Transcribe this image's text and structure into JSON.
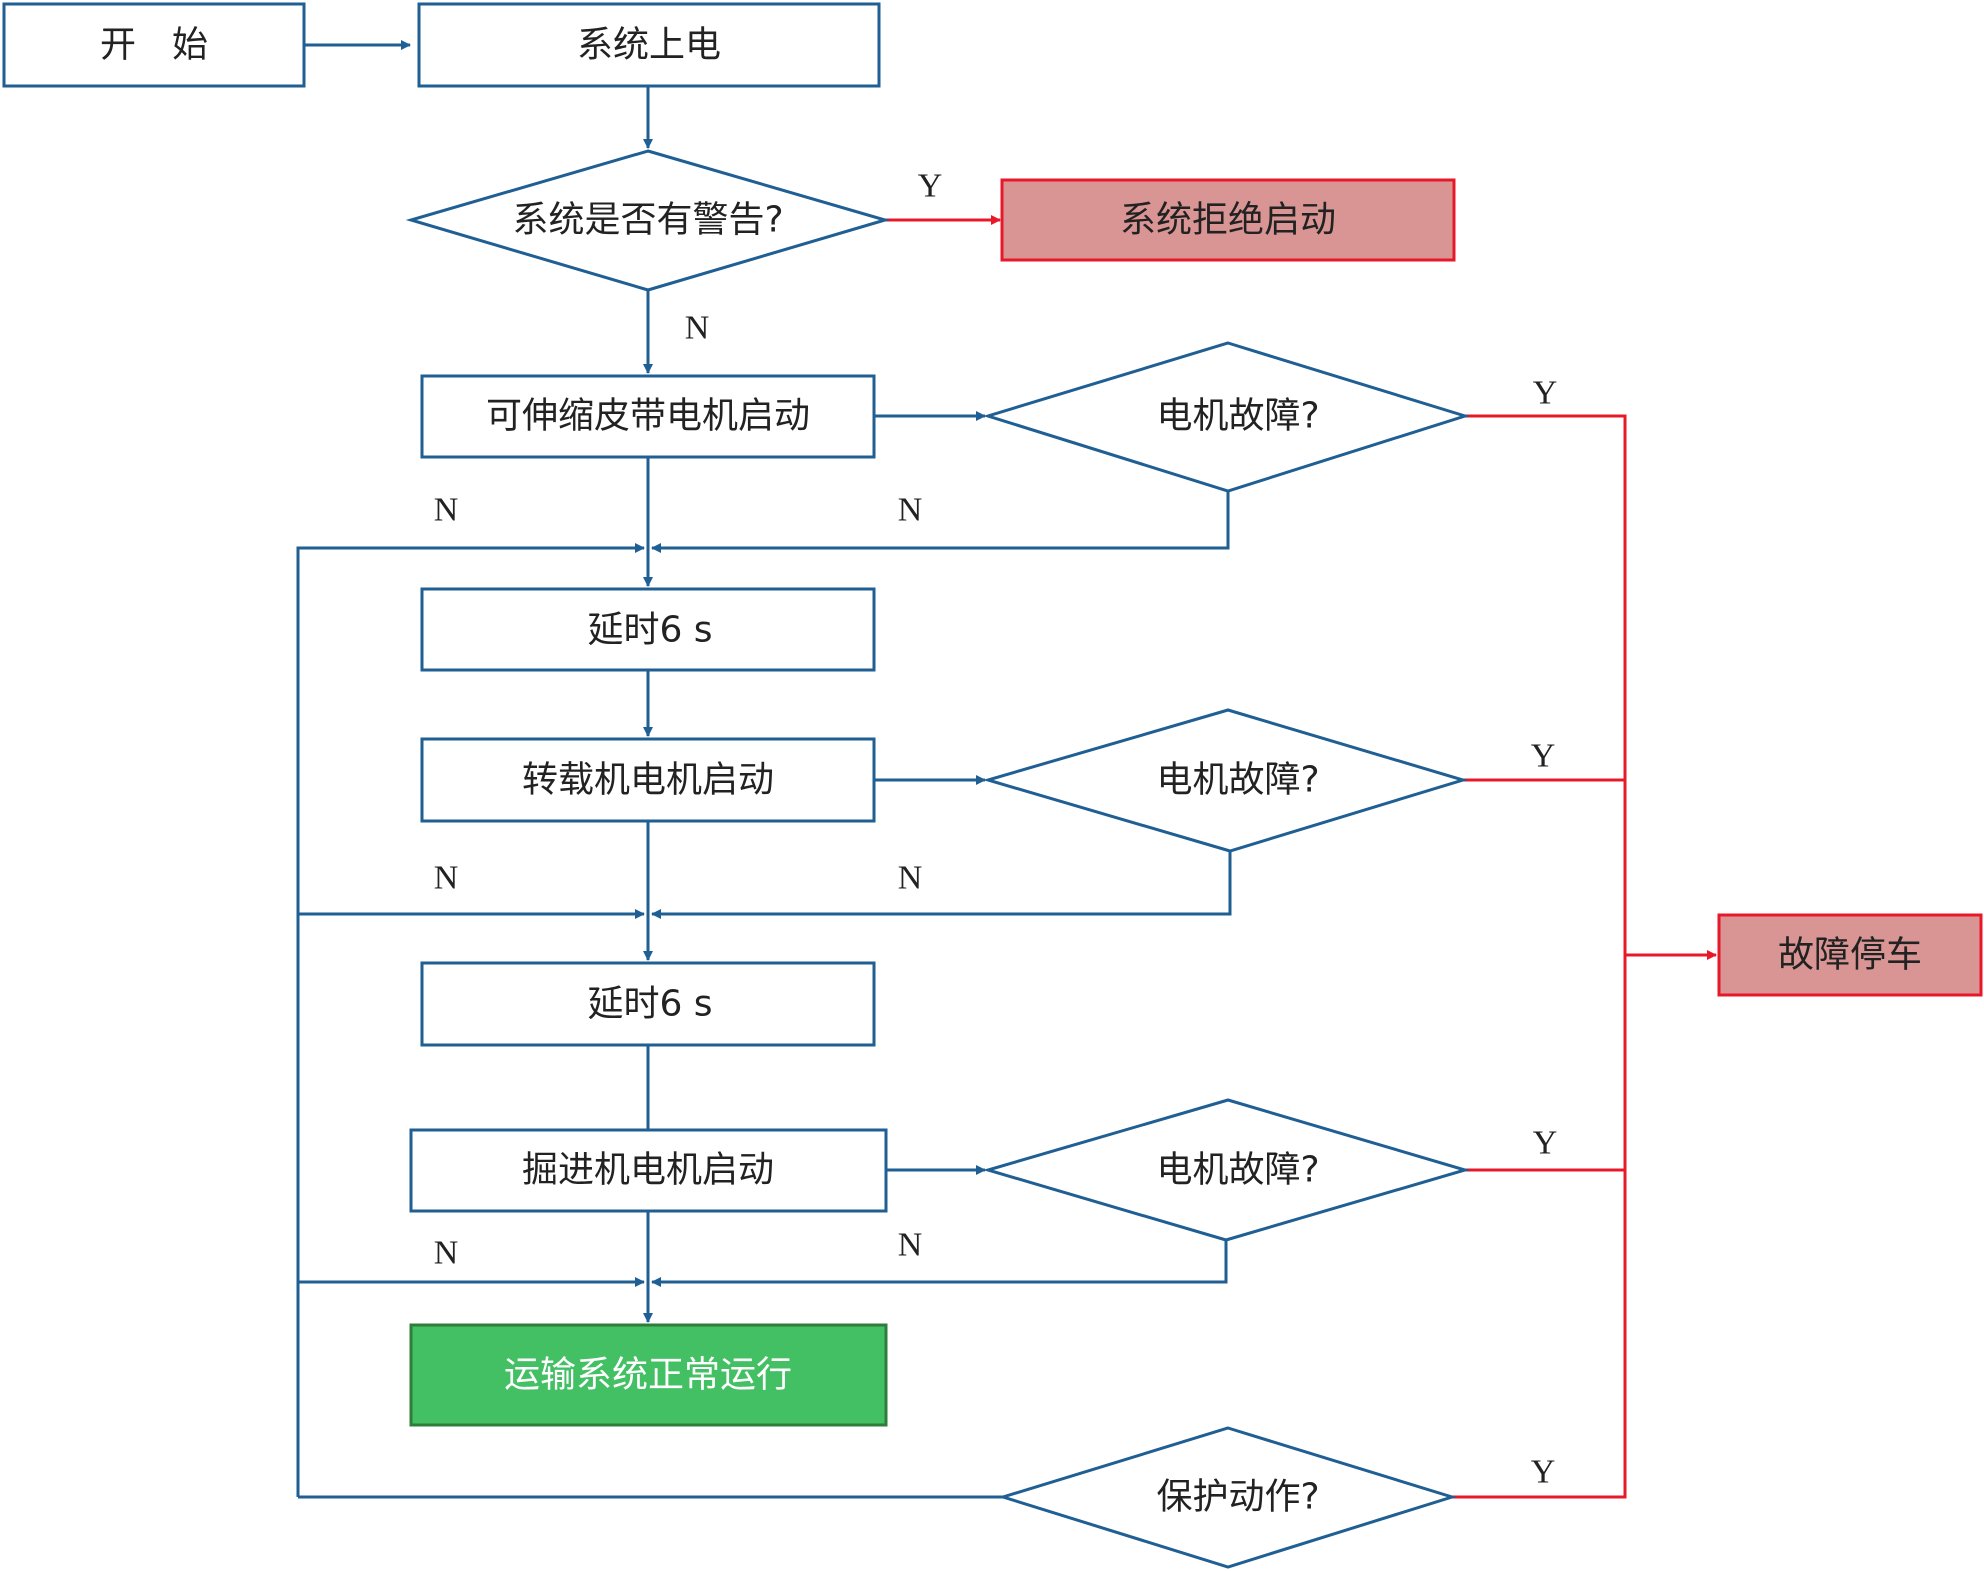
{
  "nodes": {
    "start": "开　始",
    "power_on": "系统上电",
    "warning_check": "系统是否有警告?",
    "refuse_start": "系统拒绝启动",
    "belt_motor_start": "可伸缩皮带电机启动",
    "fault_check_1": "电机故障?",
    "delay_1": "延时6 s",
    "transfer_motor_start": "转载机电机启动",
    "fault_check_2": "电机故障?",
    "delay_2": "延时6 s",
    "tunneling_motor_start": "掘进机电机启动",
    "fault_check_3": "电机故障?",
    "normal_run": "运输系统正常运行",
    "protection_check": "保护动作?",
    "fault_stop": "故障停车"
  },
  "labels": {
    "yes": "Y",
    "no": "N"
  },
  "colors": {
    "line": "#1f5f93",
    "fault_line": "#e8182a",
    "fault_box": "#d99594",
    "ok_box": "#43c063"
  }
}
